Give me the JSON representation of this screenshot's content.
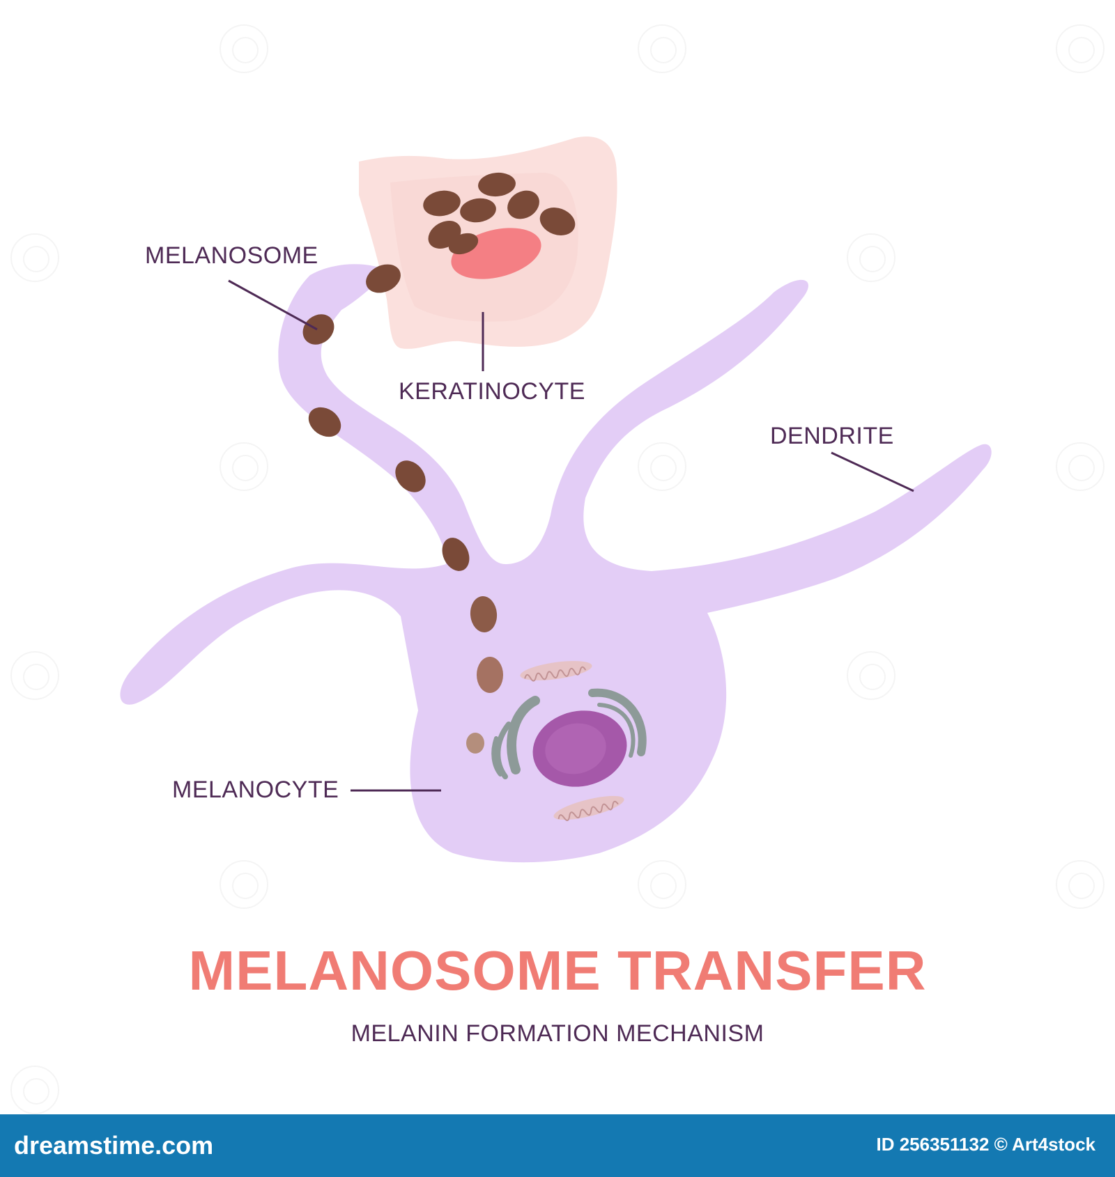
{
  "labels": {
    "melanosome": "MELANOSOME",
    "keratinocyte": "KERATINOCYTE",
    "dendrite": "DENDRITE",
    "melanocyte": "MELANOCYTE"
  },
  "title": "MELANOSOME TRANSFER",
  "subtitle": "MELANIN FORMATION MECHANISM",
  "footer": {
    "site": "dreamstime.com",
    "credit": "ID 256351132 © Art4stock"
  },
  "colors": {
    "melanocyte_body": "#e3cdf6",
    "keratinocyte": "#fbe0dd",
    "keratinocyte_nucleus": "#f47f84",
    "melanosome": "#7a4a38",
    "melanosome_light": "#a57262",
    "nucleus": "#a558a9",
    "golgi": "#8d9a98",
    "label_text": "#4e2a55",
    "title": "#f07c74",
    "footer_bar": "#1479b2"
  },
  "icons": {
    "watermark": "dreamstime-spiral-icon"
  }
}
